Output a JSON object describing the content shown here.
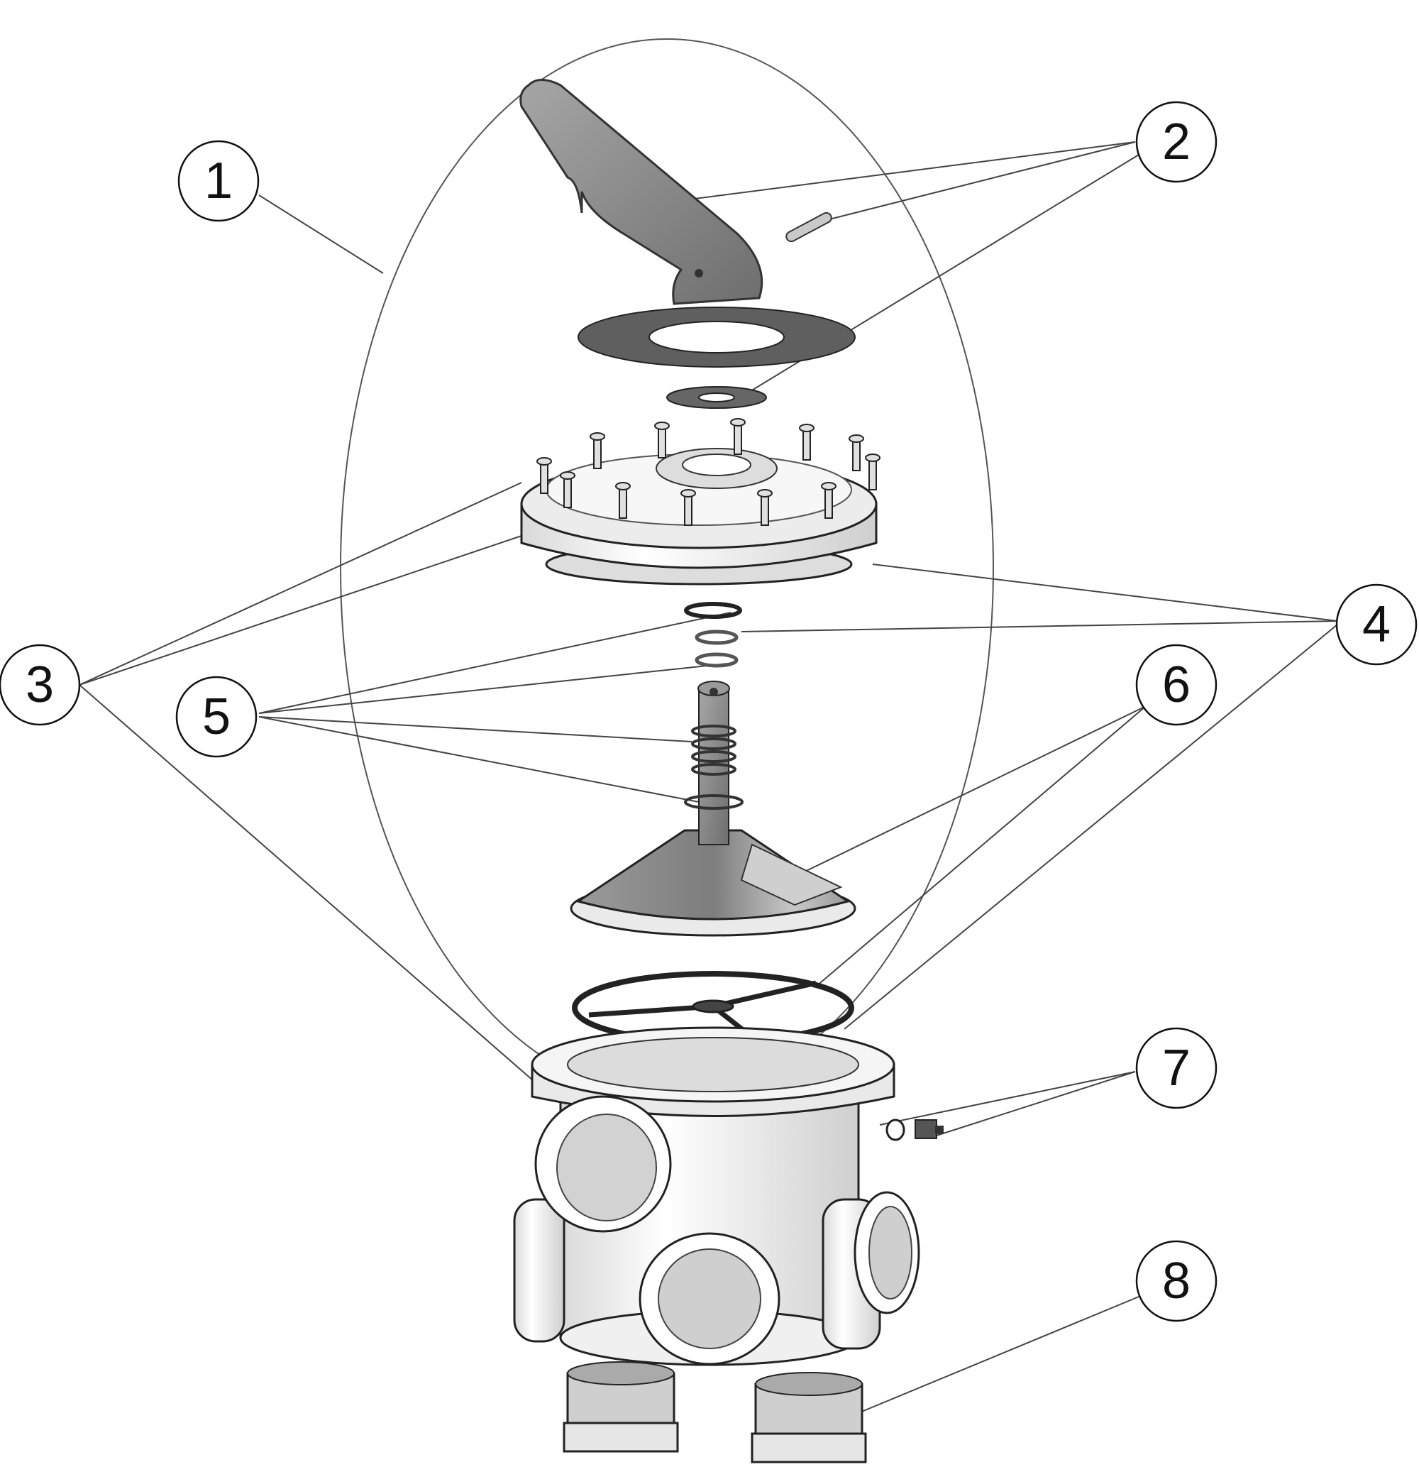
{
  "callouts": [
    {
      "id": "1",
      "label": "1"
    },
    {
      "id": "2",
      "label": "2"
    },
    {
      "id": "3",
      "label": "3"
    },
    {
      "id": "4",
      "label": "4"
    },
    {
      "id": "5",
      "label": "5"
    },
    {
      "id": "6",
      "label": "6"
    },
    {
      "id": "7",
      "label": "7"
    },
    {
      "id": "8",
      "label": "8"
    }
  ],
  "colors": {
    "handle": "#8c8c8c",
    "dark_part": "#595959",
    "body": "#f2f2f2",
    "line": "#444444"
  }
}
